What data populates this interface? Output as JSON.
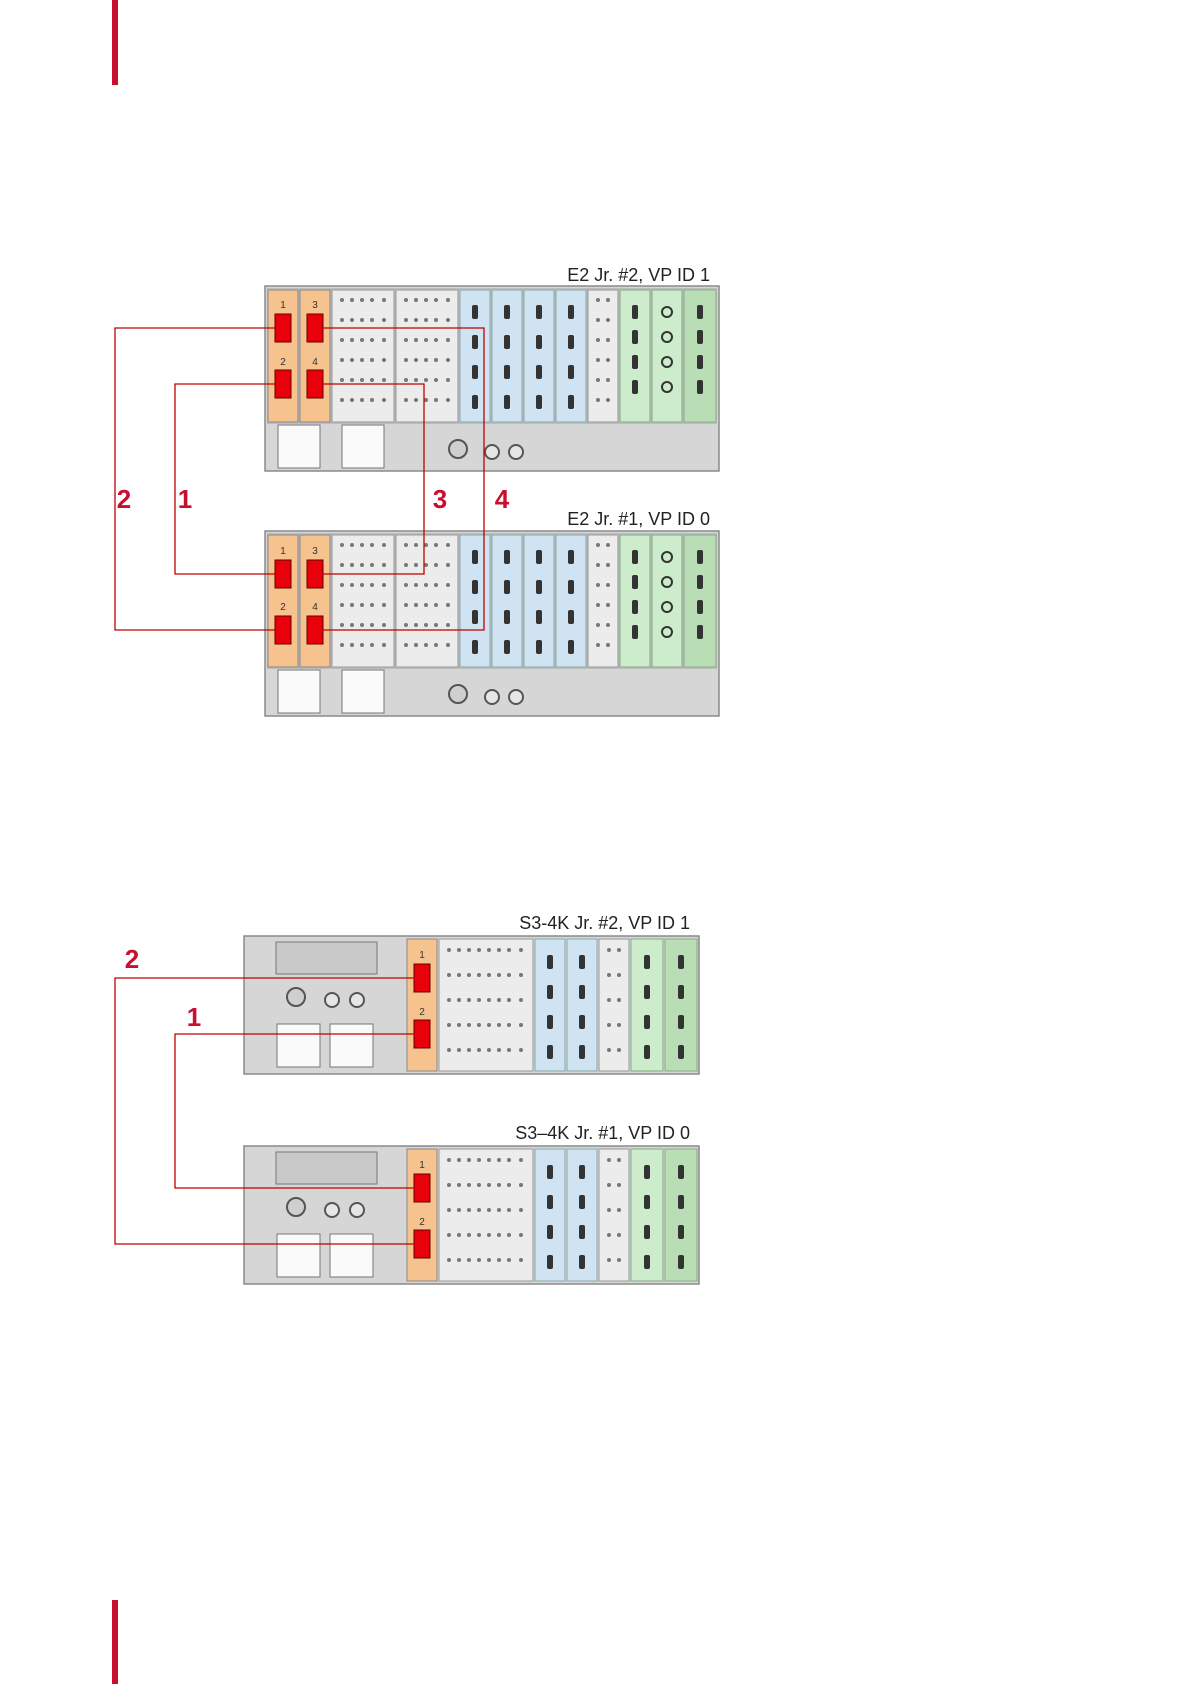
{
  "page": {
    "accent_color": "#c8102e",
    "card_colors": {
      "link": "#f6c28e",
      "input": "#ececec",
      "output": "#cfe3f2",
      "aux": "#cdeccb",
      "port": "#e8000a",
      "cable": "#c00000"
    }
  },
  "diagrams": [
    {
      "id": "e2",
      "units": [
        {
          "label": "E2 Jr. #2, VP ID 1",
          "ports": [
            "1",
            "3",
            "2",
            "4"
          ]
        },
        {
          "label": "E2 Jr. #1, VP ID 0",
          "ports": [
            "1",
            "3",
            "2",
            "4"
          ]
        }
      ],
      "cable_numbers": [
        "2",
        "1",
        "3",
        "4"
      ]
    },
    {
      "id": "s3",
      "units": [
        {
          "label": "S3-4K Jr. #2, VP ID 1",
          "ports": [
            "1",
            "2"
          ]
        },
        {
          "label": "S3–4K Jr. #1, VP ID 0",
          "ports": [
            "1",
            "2"
          ]
        }
      ],
      "cable_numbers": [
        "2",
        "1"
      ]
    }
  ]
}
